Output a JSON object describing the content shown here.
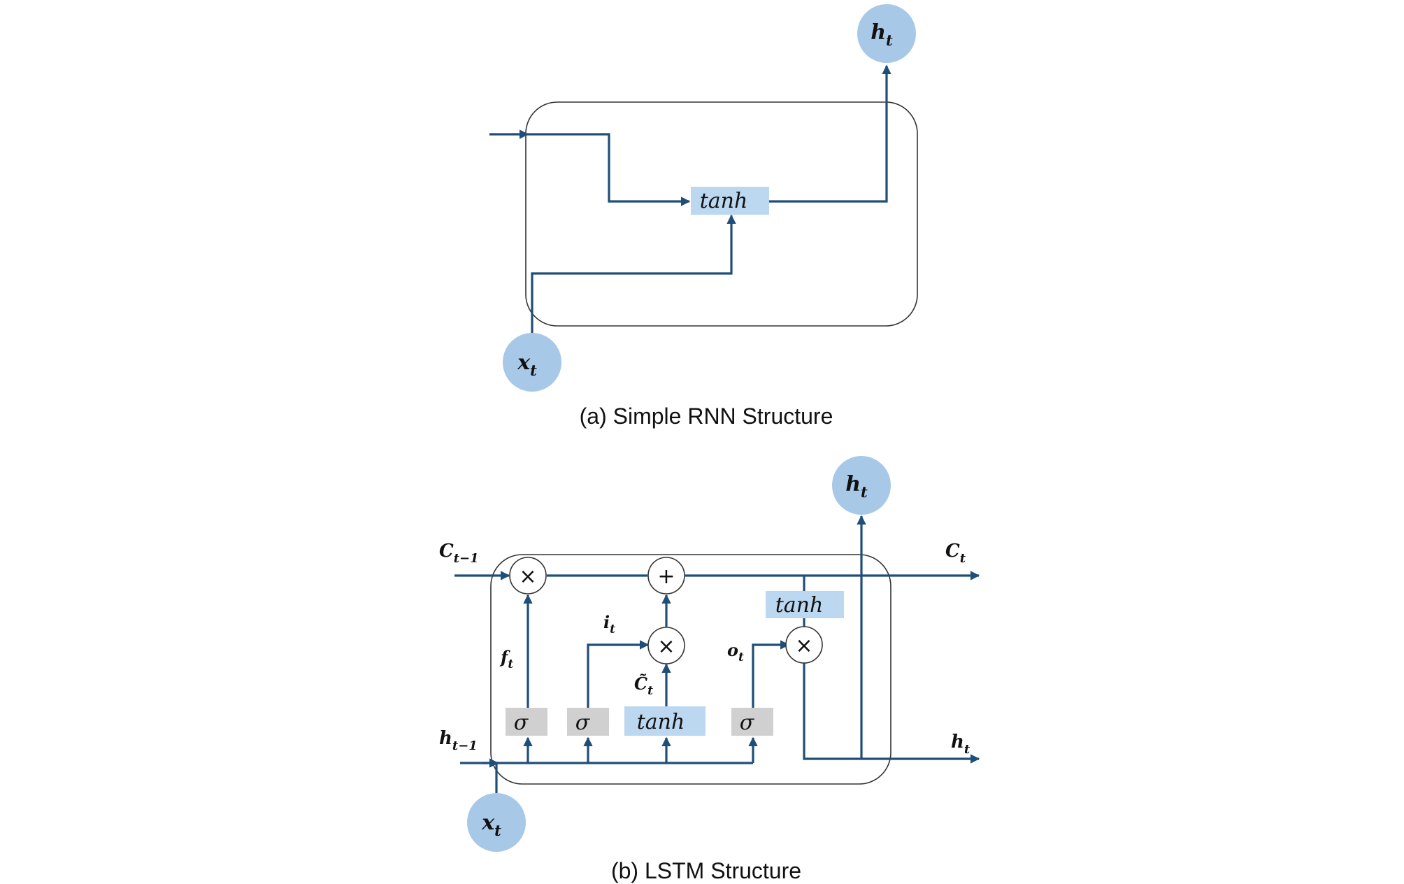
{
  "colors": {
    "line": "#1f4e79",
    "node_fill": "#a8c8e8",
    "tanh_fill": "#bcd7f0",
    "sigma_fill": "#d0d0d0",
    "box_stroke": "#333333"
  },
  "rnn": {
    "caption": "(a) Simple RNN Structure",
    "input_node": {
      "main": "x",
      "sub": "t"
    },
    "output_node": {
      "main": "h",
      "sub": "t"
    },
    "activation": "tanh"
  },
  "lstm": {
    "caption": "(b) LSTM Structure",
    "input_node": {
      "main": "x",
      "sub": "t"
    },
    "output_node": {
      "main": "h",
      "sub": "t"
    },
    "labels": {
      "c_prev": {
        "main": "C",
        "sub": "t−1"
      },
      "c_out": {
        "main": "C",
        "sub": "t"
      },
      "h_prev": {
        "main": "h",
        "sub": "t−1"
      },
      "h_out": {
        "main": "h",
        "sub": "t"
      },
      "forget_gate": {
        "main": "f",
        "sub": "t"
      },
      "input_gate": {
        "main": "i",
        "sub": "t"
      },
      "output_gate": {
        "main": "o",
        "sub": "t"
      },
      "candidate": {
        "main": "C̃",
        "sub": "t"
      }
    },
    "ops": {
      "multiply": "×",
      "add": "+"
    },
    "sigma": "σ",
    "tanh": "tanh"
  }
}
